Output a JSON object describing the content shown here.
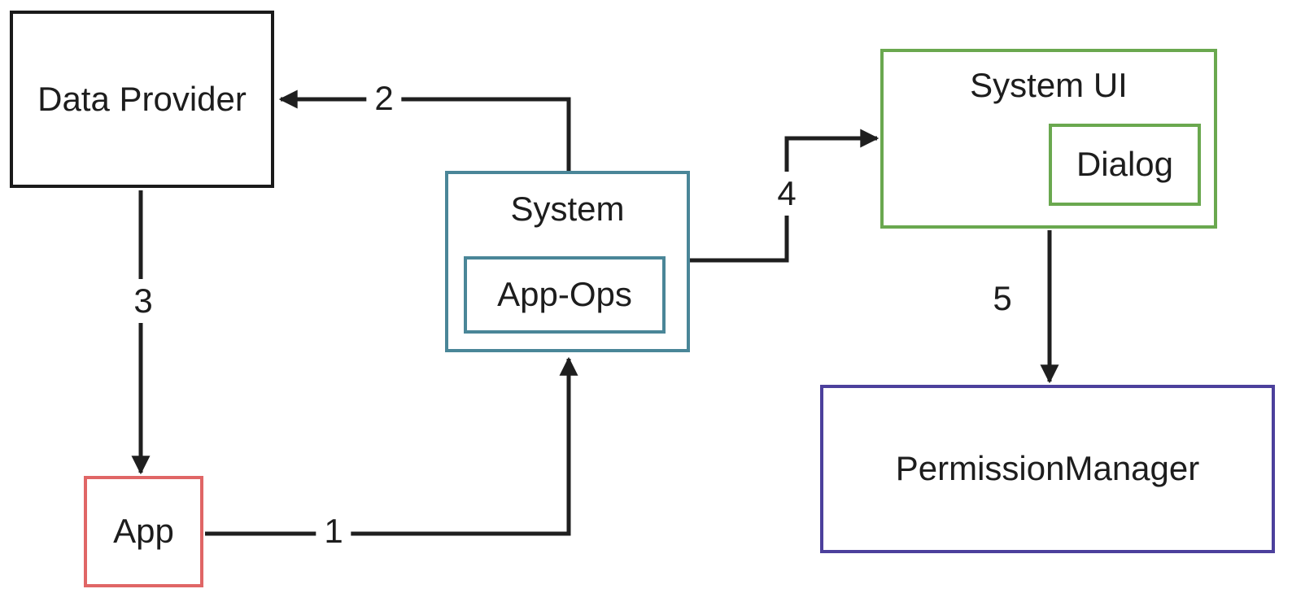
{
  "canvas": {
    "background_color": "#ffffff",
    "arrow_color": "#1f1f1f"
  },
  "nodes": {
    "data_provider": {
      "label": "Data Provider",
      "border_color": "#1a1a1a"
    },
    "system": {
      "label": "System",
      "border_color": "#4a8698"
    },
    "app_ops": {
      "label": "App-Ops",
      "border_color": "#4a8698"
    },
    "system_ui": {
      "label": "System UI",
      "border_color": "#6aa84f"
    },
    "dialog": {
      "label": "Dialog",
      "border_color": "#6aa84f"
    },
    "app": {
      "label": "App",
      "border_color": "#e06666"
    },
    "permission_manager": {
      "label": "PermissionManager",
      "border_color": "#4c409c"
    }
  },
  "edges": [
    {
      "label": "1",
      "from": "App",
      "to": "System"
    },
    {
      "label": "2",
      "from": "System",
      "to": "Data Provider"
    },
    {
      "label": "3",
      "from": "Data Provider",
      "to": "App"
    },
    {
      "label": "4",
      "from": "System",
      "to": "System UI"
    },
    {
      "label": "5",
      "from": "System UI",
      "to": "PermissionManager"
    }
  ]
}
